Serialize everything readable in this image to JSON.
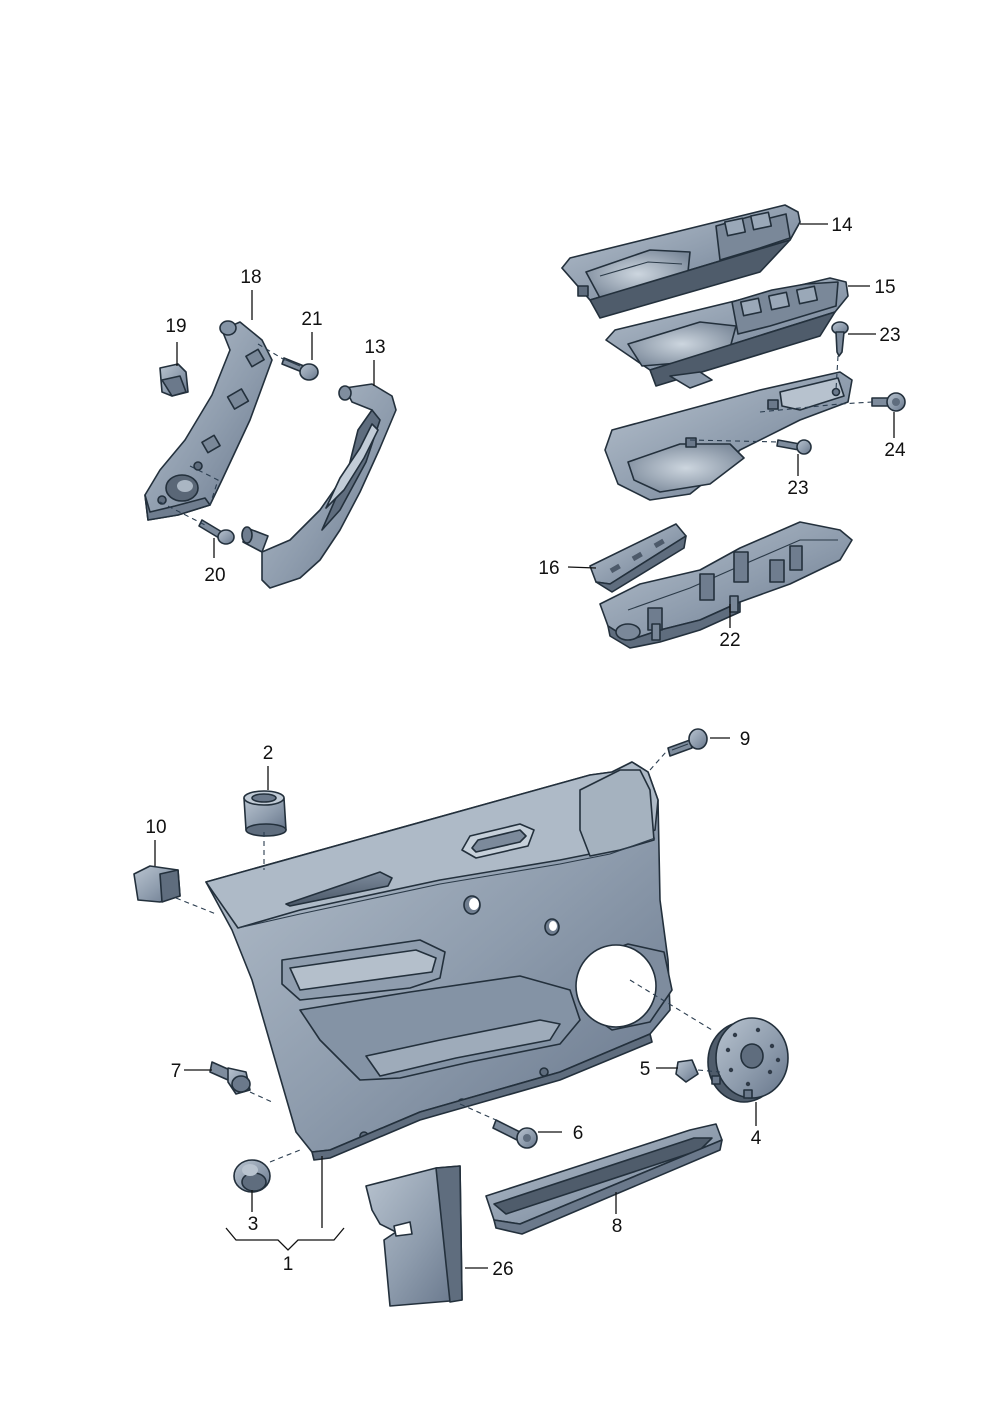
{
  "colors": {
    "part_fill": "#8e9cad",
    "part_light": "#b4c0cd",
    "part_dark": "#5f6d7e",
    "part_shadow": "#3f4b59",
    "outline": "#23303c",
    "label": "#111111",
    "background": "#ffffff"
  },
  "labels": {
    "p1": "1",
    "p2": "2",
    "p3": "3",
    "p4": "4",
    "p5": "5",
    "p6": "6",
    "p7": "7",
    "p8": "8",
    "p9": "9",
    "p10": "10",
    "p13": "13",
    "p14": "14",
    "p15": "15",
    "p16": "16",
    "p18": "18",
    "p19": "19",
    "p20": "20",
    "p21": "21",
    "p22": "22",
    "p23a": "23",
    "p23b": "23",
    "p24": "24",
    "p26": "26"
  }
}
